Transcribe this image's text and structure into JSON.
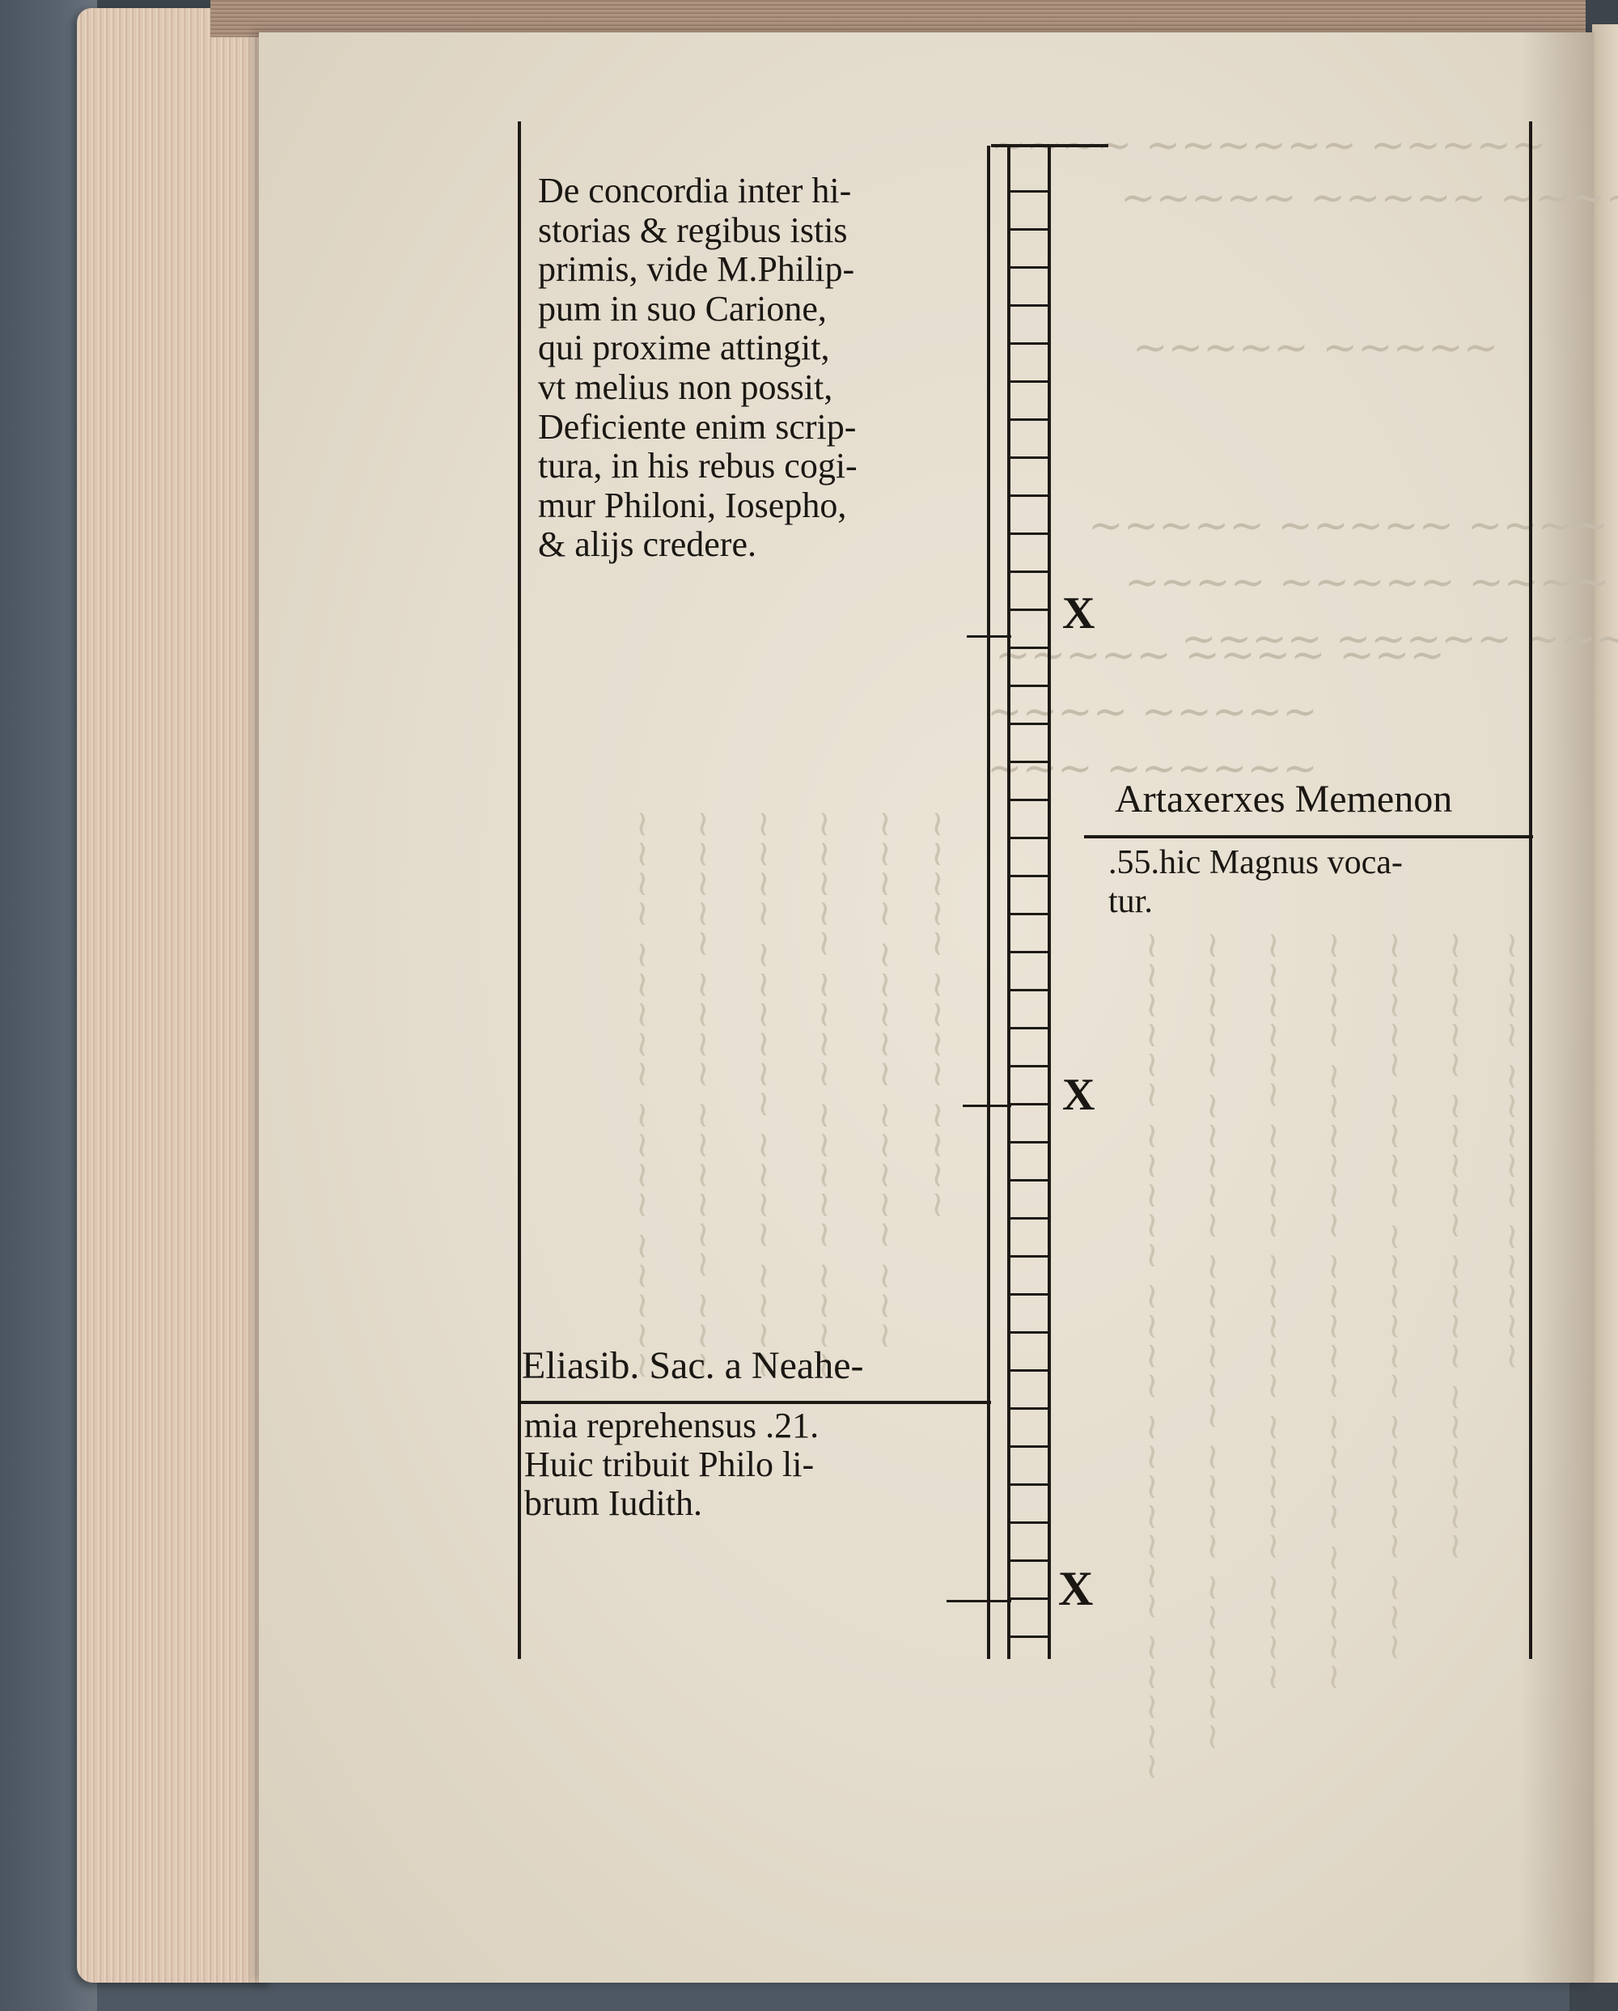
{
  "page": {
    "left_block": [
      "De concordia inter hi-",
      "storias & regibus istis",
      "primis, vide M.Philip-",
      "pum in suo Carione,",
      "qui proxime attingit,",
      "vt melius non possit,",
      "Deficiente enim scrip-",
      "tura, in his rebus cogi-",
      "mur Philoni, Iosepho,",
      "& alijs credere."
    ],
    "left_footer": {
      "heading": "Eliasib. Sac. a Neahe-",
      "lines": [
        "mia reprehensus .21.",
        "Huic tribuit Philo li-",
        "brum Iudith."
      ]
    },
    "right_block": {
      "heading": "Artaxerxes Memenon",
      "lines": [
        ".55.hic Magnus voca-",
        "tur."
      ]
    },
    "timeline_marks": [
      "X",
      "X",
      "X"
    ]
  },
  "colors": {
    "paper": "#e6dfd1",
    "ink": "#1a1713",
    "page_edges": "#dcc6b2",
    "background": "#4e5863"
  }
}
